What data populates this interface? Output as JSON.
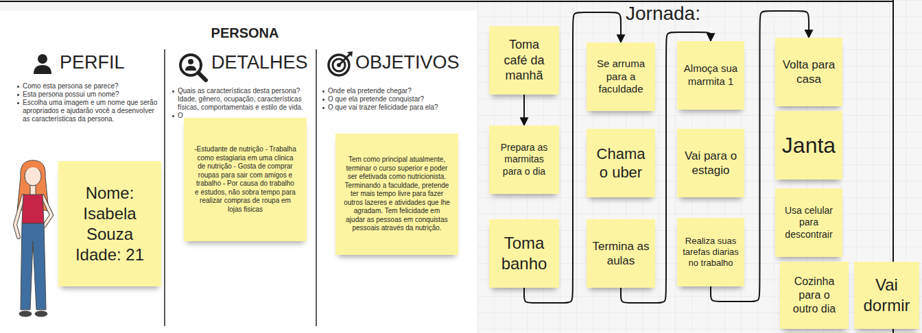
{
  "diagram": {
    "title": "PERSONA",
    "nodes": [
      {
        "text": [
          "Nome: Isabela Souza Idade: 21"
        ]
      },
      {
        "text": [
          "-Estudante de nutrição - Trabalha como estagiaria em uma clinica de nutrição - Gosta de comprar roupas para sair com amigos e trabalho - Por causa do trabalho e estudos, não sobra tempo para realizar compras de roupa em lojas fisicas"
        ]
      },
      {
        "text": [
          "Tem como principal atualmente, terminar o curso superior e poder ser efetivada como nutricionista. Terminando a faculdade, pretende ter mais tempo livre para fazer outros lazeres e atividades que lhe agradam. Tem felicidade em ajudar as pessoas em conquistas pessoais através da nutrição."
        ]
      },
      {
        "text": [
          "Toma café da manhã"
        ]
      },
      {
        "text": [
          "Prepara as marmitas para o dia"
        ]
      },
      {
        "text": [
          "Toma banho"
        ]
      },
      {
        "text": [
          "Se arruma para a faculdade"
        ]
      },
      {
        "text": [
          "Chama o uber"
        ]
      },
      {
        "text": [
          "Termina as aulas"
        ]
      },
      {
        "text": [
          "Almoça sua marmita 1"
        ]
      },
      {
        "text": [
          "Vai para o estagio"
        ]
      },
      {
        "text": [
          "Realiza suas tarefas diarias no trabalho"
        ]
      },
      {
        "text": [
          "Volta para casa"
        ]
      },
      {
        "text": [
          "Janta"
        ]
      },
      {
        "text": [
          "Usa celular para descontrair"
        ]
      },
      {
        "text": [
          "Cozinha para o outro dia"
        ]
      },
      {
        "text": [
          "Vai dormir"
        ]
      }
    ],
    "edges": [
      {
        "from": 3,
        "to": 4,
        "arrow": "to"
      },
      {
        "from": 5,
        "to": 6,
        "arrow": "to"
      },
      {
        "from": 8,
        "to": 9,
        "arrow": "to"
      },
      {
        "from": 11,
        "to": 12,
        "arrow": "to"
      }
    ],
    "labels": [
      "PERFIL",
      "Como esta persona se parece?",
      "Esta persona possui um nome?",
      "Escolha uma imagem e um nome que serão apropriados e ajudarão você a desenvolver as características da persona.",
      "DETALHES",
      "Quais as características desta persona? Idade, gênero, ocupação, características físicas, comportamentais e estilo de vida.",
      "O",
      "OBJETIVOS",
      "Onde ela pretende chegar?",
      "O que ela pretende conquistar?",
      "O que vai trazer felicidade para ela?",
      "Jornada:"
    ]
  }
}
